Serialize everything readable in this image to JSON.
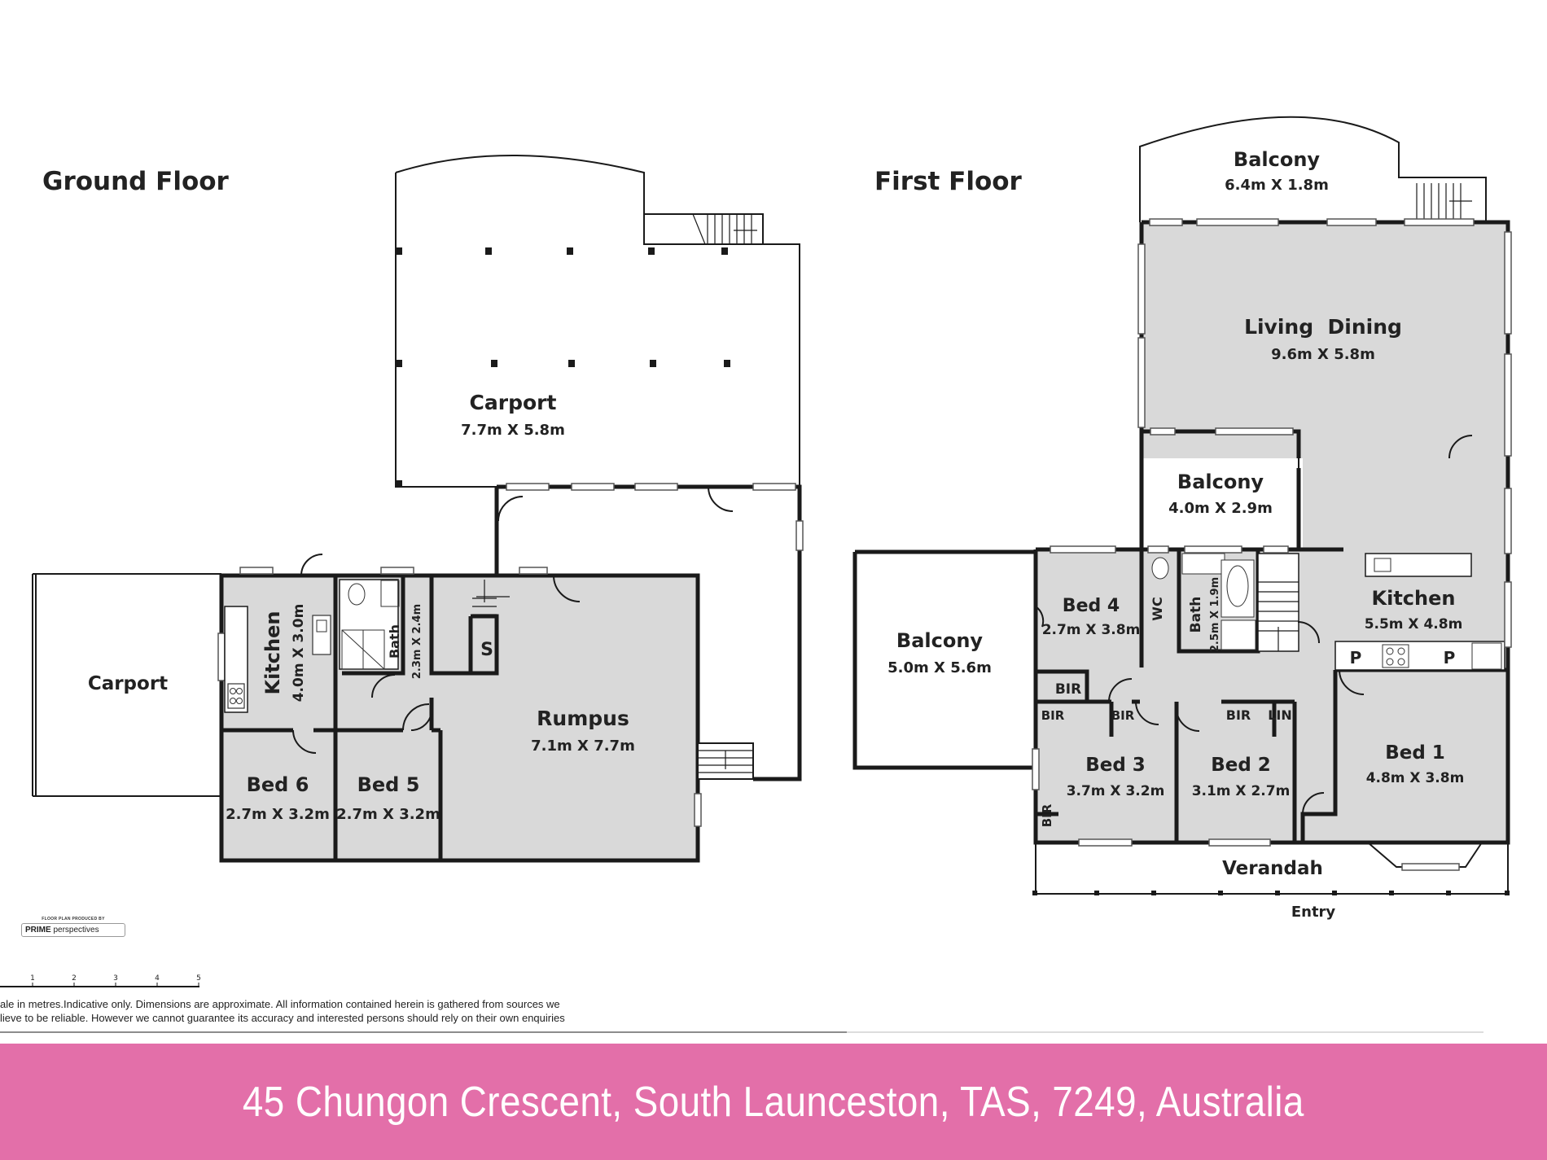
{
  "headings": {
    "ground": "Ground Floor",
    "first": "First Floor"
  },
  "ground_rooms": {
    "carport_top": {
      "name": "Carport",
      "dims": "7.7m X 5.8m"
    },
    "carport_left": {
      "name": "Carport"
    },
    "kitchen": {
      "name": "Kitchen",
      "dims": "4.0m X 3.0m"
    },
    "bath": {
      "name": "Bath",
      "dims": "2.3m X 2.4m"
    },
    "store": {
      "name": "S"
    },
    "rumpus": {
      "name": "Rumpus",
      "dims": "7.1m X 7.7m"
    },
    "bed6": {
      "name": "Bed 6",
      "dims": "2.7m X 3.2m"
    },
    "bed5": {
      "name": "Bed 5",
      "dims": "2.7m X 3.2m"
    }
  },
  "first_rooms": {
    "balcony_top": {
      "name": "Balcony",
      "dims": "6.4m X 1.8m"
    },
    "living": {
      "name": "Living  Dining",
      "dims": "9.6m X 5.8m"
    },
    "balcony_mid": {
      "name": "Balcony",
      "dims": "4.0m X 2.9m"
    },
    "balcony_left": {
      "name": "Balcony",
      "dims": "5.0m X 5.6m"
    },
    "bed4": {
      "name": "Bed 4",
      "dims": "2.7m X 3.8m"
    },
    "wc": {
      "name": "WC"
    },
    "bath": {
      "name": "Bath",
      "dims": "2.5m X 1.9m"
    },
    "kitchen": {
      "name": "Kitchen",
      "dims": "5.5m X 4.8m"
    },
    "pantry1": {
      "name": "P"
    },
    "pantry2": {
      "name": "P"
    },
    "bir1": {
      "name": "BIR"
    },
    "bir2": {
      "name": "BIR"
    },
    "bir3": {
      "name": "BIR"
    },
    "bir4": {
      "name": "BIR"
    },
    "bir5": {
      "name": "BIR"
    },
    "lin": {
      "name": "LIN"
    },
    "bed3": {
      "name": "Bed 3",
      "dims": "3.7m X 3.2m"
    },
    "bed2": {
      "name": "Bed 2",
      "dims": "3.1m X 2.7m"
    },
    "bed1": {
      "name": "Bed 1",
      "dims": "4.8m X 3.8m"
    },
    "verandah": {
      "name": "Verandah"
    },
    "entry": {
      "name": "Entry"
    }
  },
  "scale": {
    "ticks": [
      "1",
      "2",
      "3",
      "4",
      "5"
    ]
  },
  "disclaimer": {
    "line1": "ale in metres.Indicative only. Dimensions are approximate. All information contained herein is gathered from sources we",
    "line2": "lieve to be reliable. However we cannot guarantee its accuracy and interested persons should rely on their own enquiries"
  },
  "producer": {
    "small": "FLOOR PLAN PRODUCED BY",
    "brand1": "PRIME",
    "brand2": "perspectives"
  },
  "footer": {
    "address": "45 Chungon Crescent, South Launceston, TAS, 7249, Australia"
  }
}
